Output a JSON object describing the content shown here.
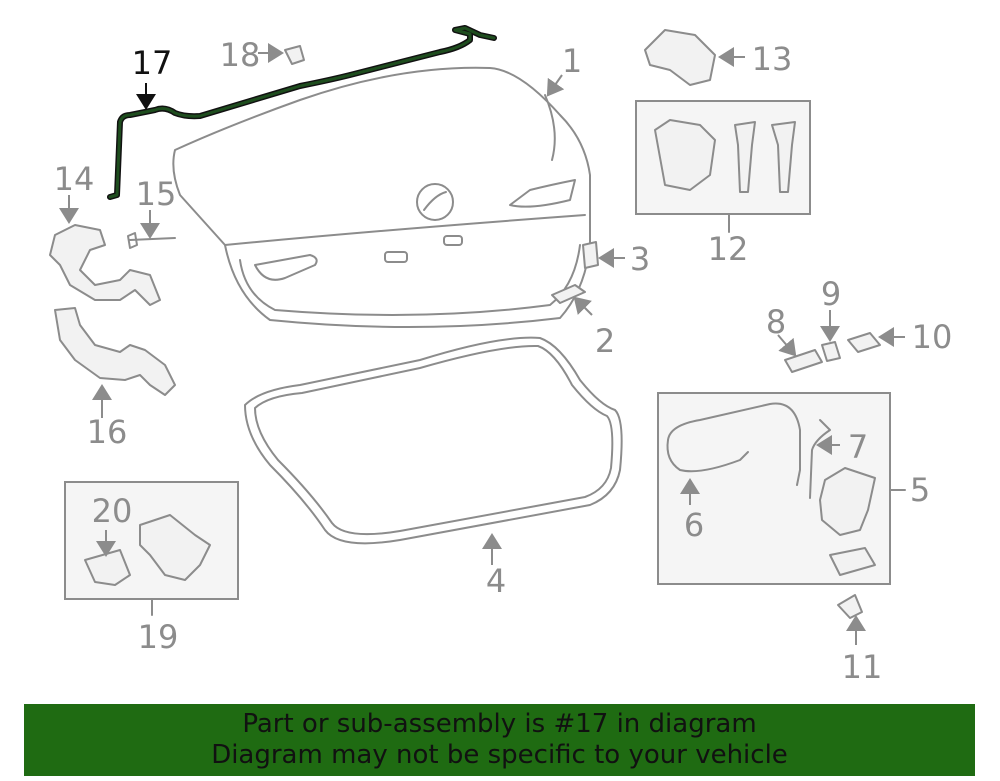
{
  "diagram": {
    "highlight_part": "17",
    "labels": [
      "1",
      "2",
      "3",
      "4",
      "5",
      "6",
      "7",
      "8",
      "9",
      "10",
      "11",
      "12",
      "13",
      "14",
      "15",
      "16",
      "17",
      "18",
      "19",
      "20"
    ]
  },
  "banner": {
    "line1": "Part or sub-assembly is #17 in diagram",
    "line2": "Diagram may not be specific to your vehicle"
  },
  "colors": {
    "line": "#8c8c8c",
    "highlight": "#111111",
    "highlight_part": "#1e4d1e",
    "banner_bg": "#1f6b12"
  }
}
